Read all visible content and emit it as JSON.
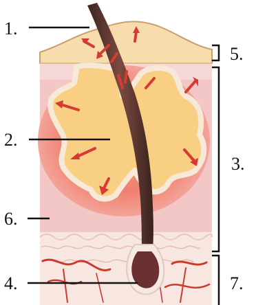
{
  "labels": [
    {
      "id": "label-1",
      "text": "1."
    },
    {
      "id": "label-2",
      "text": "2."
    },
    {
      "id": "label-3",
      "text": "3."
    },
    {
      "id": "label-4",
      "text": "4."
    },
    {
      "id": "label-5",
      "text": "5."
    },
    {
      "id": "label-6",
      "text": "6."
    },
    {
      "id": "label-7",
      "text": "7."
    }
  ],
  "colors": {
    "skin_surface": "#f6d6a6",
    "inflamed_dermis": "#f1b0b0",
    "inflamed_core": "#e15a4f",
    "pus": "#f8cf83",
    "hair": "#6b3f36",
    "arrow": "#d63b33",
    "fat": "#f7e2dd",
    "vessels": "#c93a2c"
  }
}
